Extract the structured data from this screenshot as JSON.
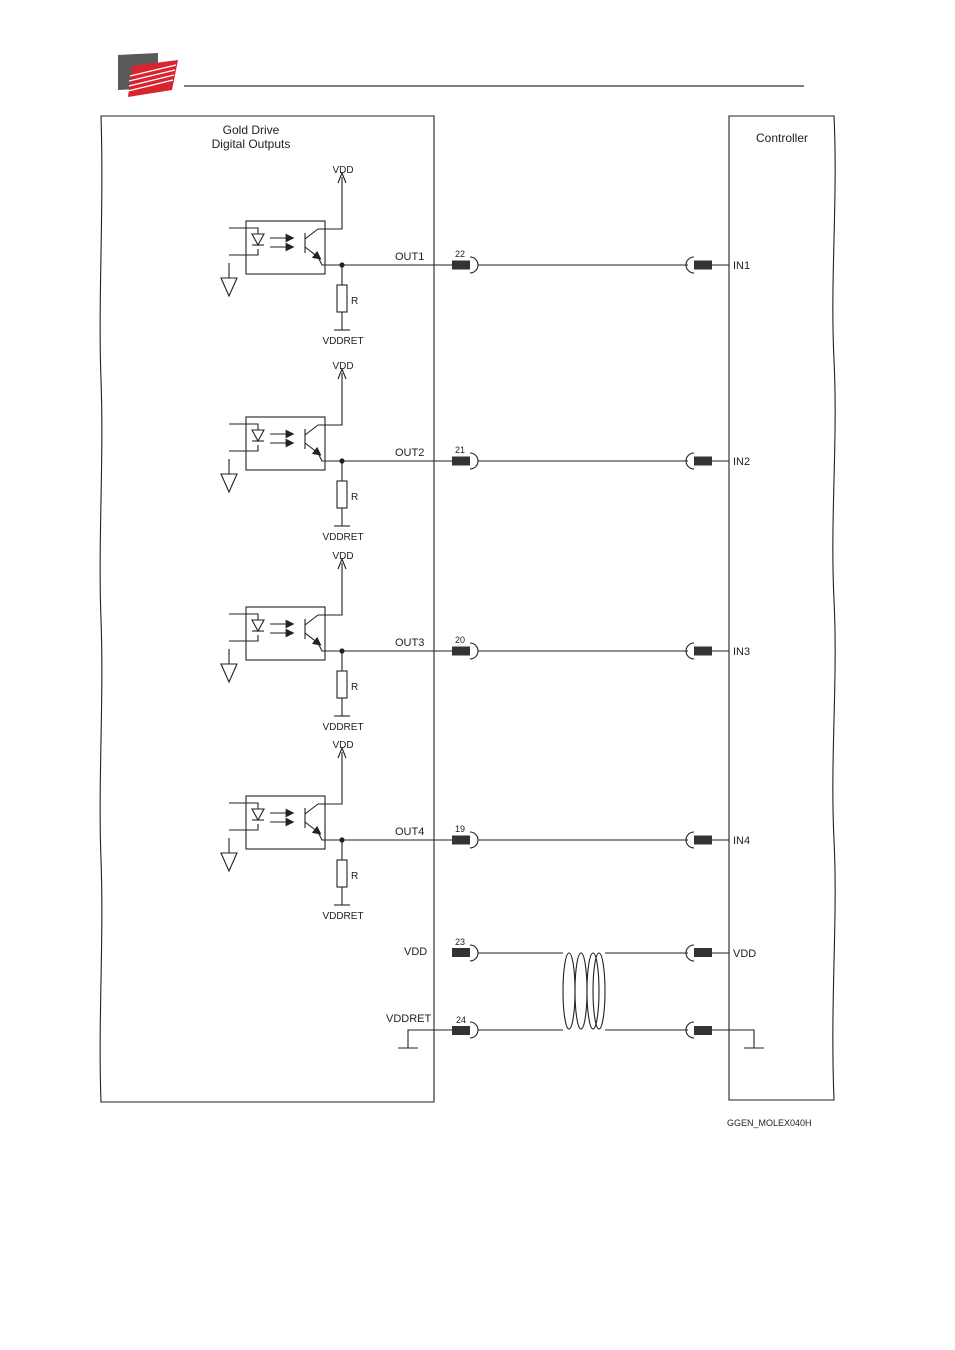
{
  "header": {
    "logo_colors": [
      "#5a5a5a",
      "#d8242f"
    ],
    "rule_color": "#333333"
  },
  "drive_box": {
    "title_line1": "Gold Drive",
    "title_line2": "Digital Outputs"
  },
  "controller_box": {
    "title": "Controller"
  },
  "channels": [
    {
      "output": "OUT1",
      "pin": "22",
      "input": "IN1",
      "supply": "VDD",
      "resistor": "R",
      "return": "VDDRET"
    },
    {
      "output": "OUT2",
      "pin": "21",
      "input": "IN2",
      "supply": "VDD",
      "resistor": "R",
      "return": "VDDRET"
    },
    {
      "output": "OUT3",
      "pin": "20",
      "input": "IN3",
      "supply": "VDD",
      "resistor": "R",
      "return": "VDDRET"
    },
    {
      "output": "OUT4",
      "pin": "19",
      "input": "IN4",
      "supply": "VDD",
      "resistor": "R",
      "return": "VDDRET"
    }
  ],
  "power": {
    "vdd_label": "VDD",
    "vdd_pin": "23",
    "vdd_controller_label": "VDD",
    "ret_label": "VDDRET",
    "ret_pin": "24"
  },
  "drawing_id": "GGEN_MOLEX040H"
}
